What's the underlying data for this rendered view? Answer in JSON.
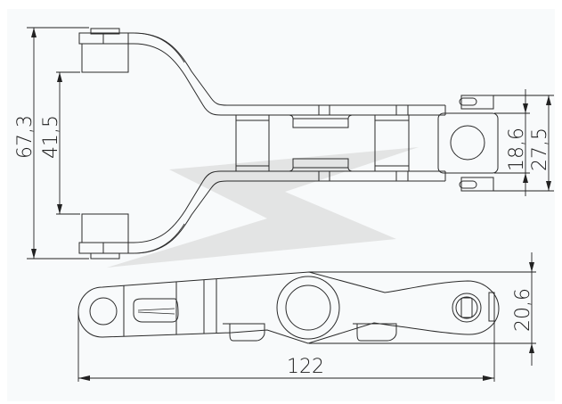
{
  "drawing": {
    "type": "technical orthographic drawing",
    "subject": "cable carrier chain link",
    "views": [
      {
        "name": "top-view",
        "description": "Fork-shaped chain link seen from above"
      },
      {
        "name": "side-view",
        "description": "Chain link side profile"
      }
    ],
    "colors": {
      "background": "#f8fafb",
      "line": "#2a2a2a",
      "watermark": "#dcdcdc"
    }
  },
  "dimensions": {
    "overall_width": {
      "value": "67,3",
      "orientation": "vertical",
      "view": "top-view"
    },
    "inner_width": {
      "value": "41,5",
      "orientation": "vertical",
      "view": "top-view"
    },
    "link_inner": {
      "value": "18,6",
      "orientation": "vertical",
      "view": "top-view"
    },
    "link_outer": {
      "value": "27,5",
      "orientation": "vertical",
      "view": "top-view"
    },
    "height": {
      "value": "20,6",
      "orientation": "vertical",
      "view": "side-view"
    },
    "length": {
      "value": "122",
      "orientation": "horizontal",
      "view": "side-view"
    }
  }
}
